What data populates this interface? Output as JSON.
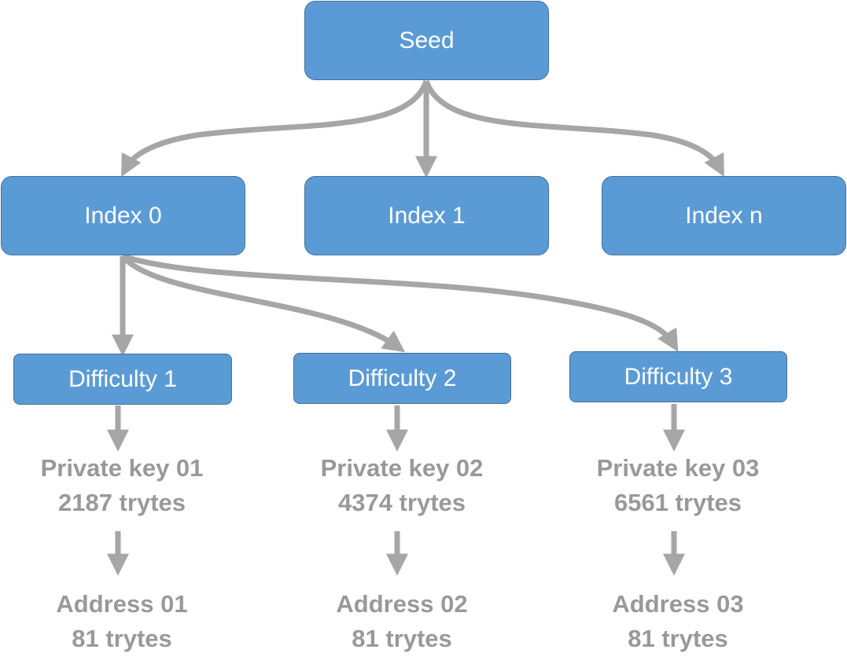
{
  "colors": {
    "node_fill": "#5b9bd5",
    "node_border": "#41719c",
    "connector": "#a6a6a6",
    "text_gray": "#999999"
  },
  "nodes": {
    "seed": "Seed",
    "index_0": "Index 0",
    "index_1": "Index 1",
    "index_n": "Index n",
    "difficulty_1": "Difficulty 1",
    "difficulty_2": "Difficulty 2",
    "difficulty_3": "Difficulty 3"
  },
  "keys": [
    {
      "name": "Private key 01",
      "size": "2187 trytes"
    },
    {
      "name": "Private key 02",
      "size": "4374 trytes"
    },
    {
      "name": "Private key 03",
      "size": "6561 trytes"
    }
  ],
  "addresses": [
    {
      "name": "Address 01",
      "size": "81 trytes"
    },
    {
      "name": "Address 02",
      "size": "81 trytes"
    },
    {
      "name": "Address 03",
      "size": "81 trytes"
    }
  ]
}
